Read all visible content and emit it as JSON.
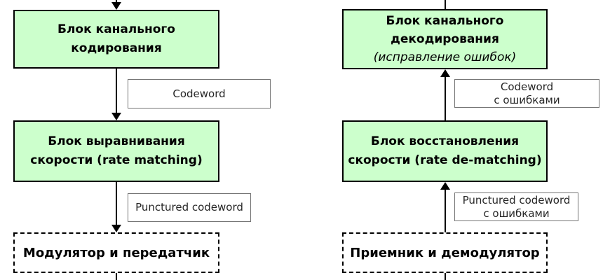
{
  "colors": {
    "block_fill": "#ccffcc",
    "block_border": "#000000",
    "label_border": "#757575",
    "label_text": "#262626",
    "block_text": "#000000",
    "arrow": "#000000"
  },
  "transmitter_chain": {
    "channel_coding_block": {
      "line1": "Блок канального",
      "line2": "кодирования"
    },
    "codeword_label": "Codeword",
    "rate_matching_block": {
      "line1": "Блок выравнивания",
      "line2": "скорости (rate matching)"
    },
    "punctured_codeword_label": "Punctured codeword",
    "modulator_transmitter_block": "Модулятор и передатчик"
  },
  "receiver_chain": {
    "channel_decoding_block": {
      "line1": "Блок канального",
      "line2": "декодирования",
      "line3": "(исправление ошибок)"
    },
    "codeword_errors_label": {
      "line1": "Codeword",
      "line2": "с ошибками"
    },
    "rate_dematching_block": {
      "line1": "Блок восстановления",
      "line2": "скорости (rate de-matching)"
    },
    "punctured_codeword_errors_label": {
      "line1": "Punctured codeword",
      "line2": "с ошибками"
    },
    "receiver_demodulator_block": "Приемник и демодулятор"
  }
}
